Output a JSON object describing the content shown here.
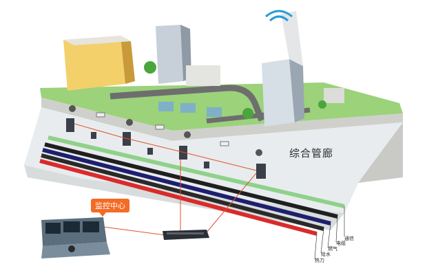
{
  "tunnel": {
    "title": "综合管廊"
  },
  "control_center": {
    "label": "监控中心"
  },
  "pipes": [
    {
      "label": "通信",
      "color": "#8fd18a"
    },
    {
      "label": "电缆",
      "color": "#1f1f1f"
    },
    {
      "label": "燃气",
      "color": "#1e1f6e"
    },
    {
      "label": "给水",
      "color": "#2a2a2a"
    },
    {
      "label": "热力",
      "color": "#d92b2b"
    }
  ],
  "colors": {
    "ground_top": "#9bd27a",
    "slab": "#d9dad6",
    "wall": "#bfc1be",
    "link_line": "#e0532a",
    "callout": "#f36b24"
  },
  "icons": [
    "dome-camera-icon",
    "bullet-camera-icon",
    "network-switch-icon",
    "sensor-icon",
    "wifi-icon",
    "building-icon",
    "tree-icon",
    "house-icon",
    "monitor-console-icon"
  ]
}
